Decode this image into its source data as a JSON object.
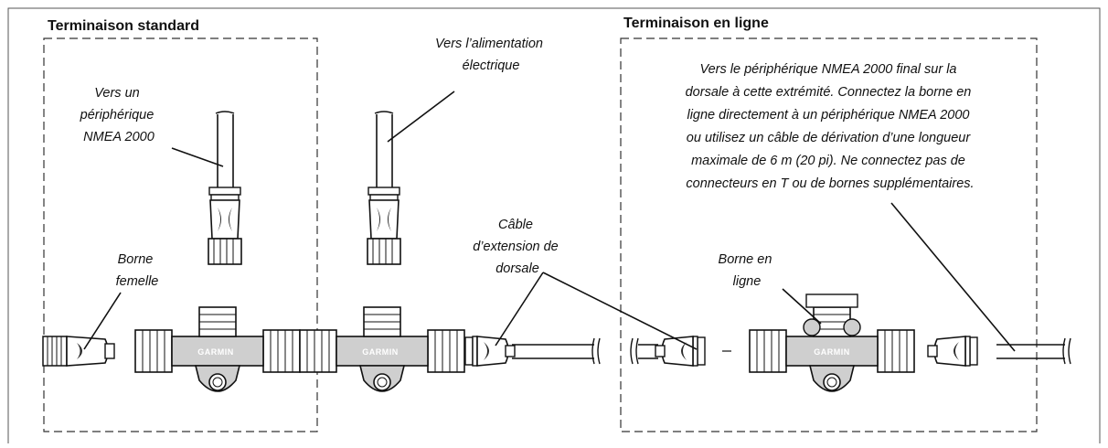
{
  "sections": {
    "standard": {
      "title": "Terminaison standard"
    },
    "inline": {
      "title": "Terminaison en ligne"
    }
  },
  "labels": {
    "nmea_device": [
      "Vers un",
      "périphérique",
      "NMEA 2000"
    ],
    "power": [
      "Vers l’alimentation",
      "électrique"
    ],
    "female_terminator": [
      "Borne",
      "femelle"
    ],
    "backbone_extension": [
      "Câble",
      "d’extension de",
      "dorsale"
    ],
    "inline_terminator": [
      "Borne en",
      "ligne"
    ],
    "final_device": [
      "Vers le périphérique NMEA 2000 final sur la",
      "dorsale à cette extrémité. Connectez la borne en",
      "ligne directement à un périphérique NMEA 2000",
      "ou utilisez un câble de dérivation d’une longueur",
      "maximale de 6 m (20 pi). Ne connectez pas de",
      "connecteurs en T ou de bornes supplémentaires."
    ]
  },
  "brand": "GARMIN",
  "colors": {
    "ink": "#111111",
    "fill": "#ffffff",
    "shade": "#cfcfcf",
    "dark": "#2b2b2b"
  }
}
